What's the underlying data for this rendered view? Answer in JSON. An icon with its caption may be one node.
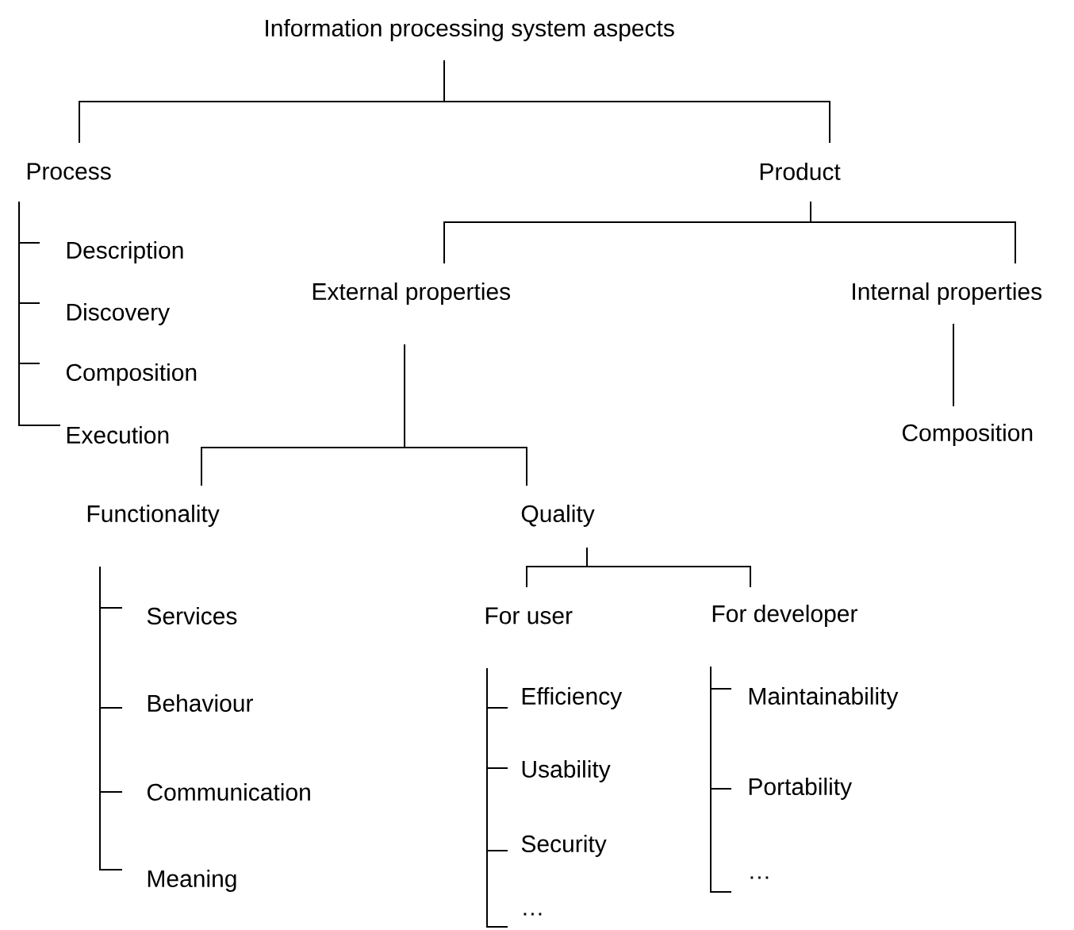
{
  "diagram": {
    "nodes": [
      {
        "text": [
          "Information processing system aspects"
        ]
      },
      {
        "text": [
          "Process"
        ]
      },
      {
        "text": [
          "Product"
        ]
      },
      {
        "text": [
          "Description"
        ]
      },
      {
        "text": [
          "Discovery"
        ]
      },
      {
        "text": [
          "Composition"
        ]
      },
      {
        "text": [
          "Execution"
        ]
      },
      {
        "text": [
          "External properties"
        ]
      },
      {
        "text": [
          "Internal properties"
        ]
      },
      {
        "text": [
          "Composition"
        ]
      },
      {
        "text": [
          "Functionality"
        ]
      },
      {
        "text": [
          "Quality"
        ]
      },
      {
        "text": [
          "Services"
        ]
      },
      {
        "text": [
          "Behaviour"
        ]
      },
      {
        "text": [
          "Communication"
        ]
      },
      {
        "text": [
          "Meaning"
        ]
      },
      {
        "text": [
          "For user"
        ]
      },
      {
        "text": [
          "For developer"
        ]
      },
      {
        "text": [
          "Efficiency"
        ]
      },
      {
        "text": [
          "Usability"
        ]
      },
      {
        "text": [
          "Security"
        ]
      },
      {
        "text": [
          "…"
        ]
      },
      {
        "text": [
          "Maintainability"
        ]
      },
      {
        "text": [
          "Portability"
        ]
      },
      {
        "text": [
          "…"
        ]
      }
    ],
    "edges": [
      {
        "from": 0,
        "to": 1,
        "arrow": "none"
      },
      {
        "from": 0,
        "to": 2,
        "arrow": "none"
      },
      {
        "from": 1,
        "to": 3,
        "arrow": "none"
      },
      {
        "from": 1,
        "to": 4,
        "arrow": "none"
      },
      {
        "from": 1,
        "to": 5,
        "arrow": "none"
      },
      {
        "from": 1,
        "to": 6,
        "arrow": "none"
      },
      {
        "from": 2,
        "to": 7,
        "arrow": "none"
      },
      {
        "from": 2,
        "to": 8,
        "arrow": "none"
      },
      {
        "from": 8,
        "to": 9,
        "arrow": "none"
      },
      {
        "from": 7,
        "to": 10,
        "arrow": "none"
      },
      {
        "from": 7,
        "to": 11,
        "arrow": "none"
      },
      {
        "from": 10,
        "to": 12,
        "arrow": "none"
      },
      {
        "from": 10,
        "to": 13,
        "arrow": "none"
      },
      {
        "from": 10,
        "to": 14,
        "arrow": "none"
      },
      {
        "from": 10,
        "to": 15,
        "arrow": "none"
      },
      {
        "from": 11,
        "to": 16,
        "arrow": "none"
      },
      {
        "from": 11,
        "to": 17,
        "arrow": "none"
      },
      {
        "from": 16,
        "to": 18,
        "arrow": "none"
      },
      {
        "from": 16,
        "to": 19,
        "arrow": "none"
      },
      {
        "from": 16,
        "to": 20,
        "arrow": "none"
      },
      {
        "from": 16,
        "to": 21,
        "arrow": "none"
      },
      {
        "from": 17,
        "to": 22,
        "arrow": "none"
      },
      {
        "from": 17,
        "to": 23,
        "arrow": "none"
      },
      {
        "from": 17,
        "to": 24,
        "arrow": "none"
      }
    ]
  }
}
